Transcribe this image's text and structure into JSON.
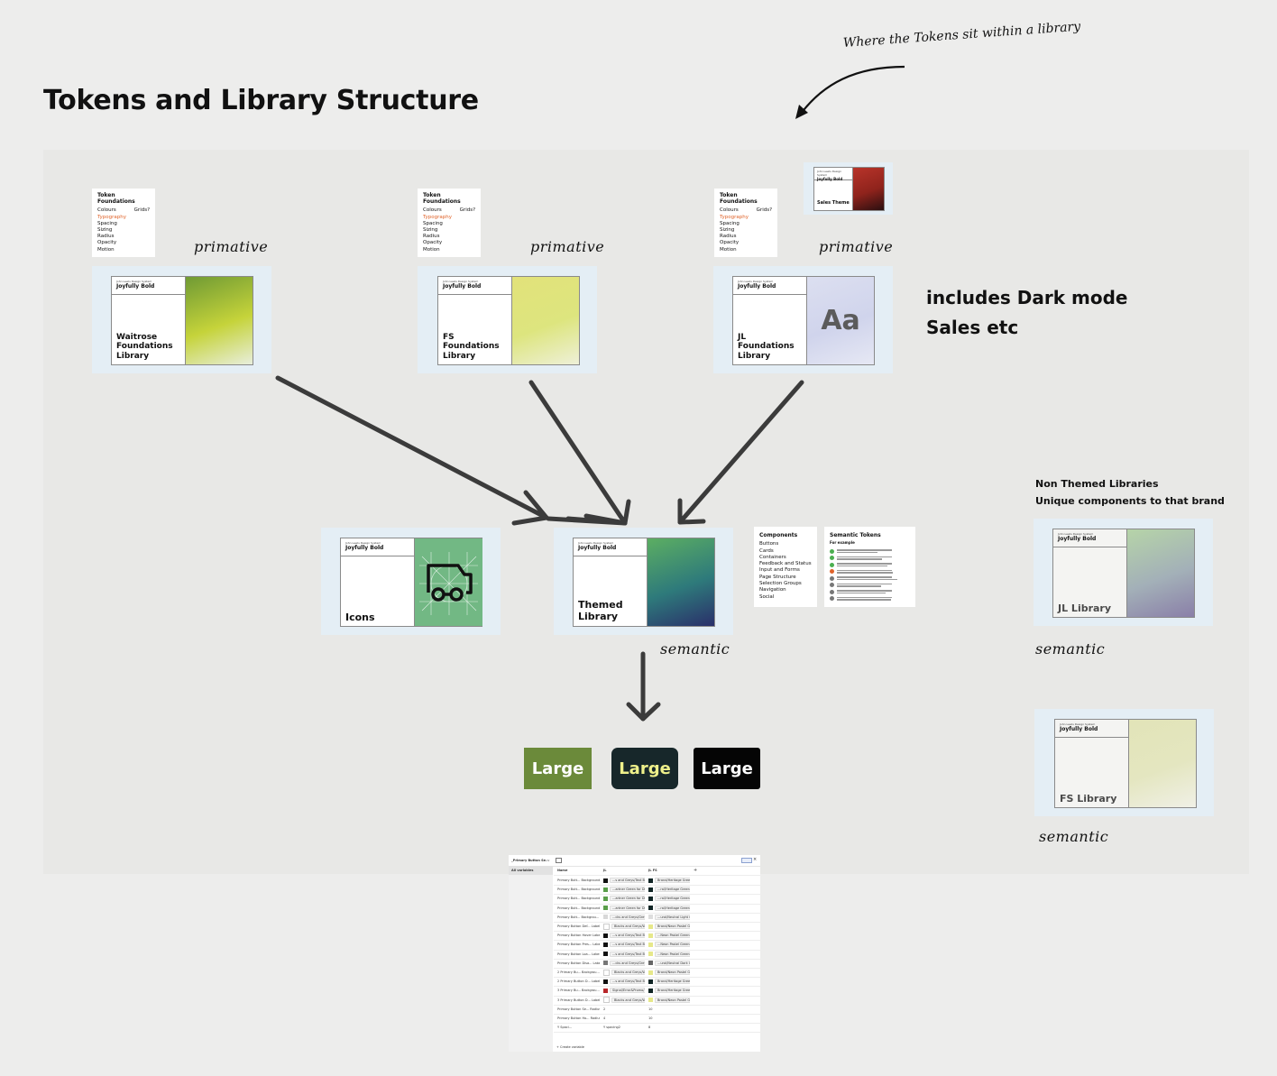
{
  "title": "Tokens and Library Structure",
  "annotation": "Where the Tokens sit within a library",
  "token_foundations": {
    "heading": "Token Foundations",
    "items": [
      "Colours",
      "Typography",
      "Spacing",
      "Sizing",
      "Radius",
      "Opacity",
      "Motion"
    ],
    "extra": "Grids?",
    "highlighted": "Typography",
    "highlight_color": "#e0632a"
  },
  "library_brand_small": "John Lewis Design System",
  "library_brand": "Joyfully Bold",
  "primitive_label": "primative",
  "semantic_label": "semantic",
  "foundations": [
    {
      "name": "Waitrose Foundations Library",
      "lines": [
        "Waitrose",
        "Foundations",
        "Library"
      ],
      "gradient": [
        "#6f9a34",
        "#c5d33a",
        "#e8eedc"
      ]
    },
    {
      "name": "FS Foundations Library",
      "lines": [
        "FS",
        "Foundations",
        "Library"
      ],
      "gradient": [
        "#e2e27a",
        "#dde57e",
        "#eef0d8"
      ]
    },
    {
      "name": "JL Foundations Library",
      "lines": [
        "JL",
        "Foundations",
        "Library"
      ],
      "gradient": [
        "#dcdff0",
        "#d0d4ec",
        "#e6e8f4"
      ],
      "glyph": "Aa"
    }
  ],
  "sales_theme": {
    "name": "Sales Theme",
    "gradient": [
      "#b8342a",
      "#8f231c",
      "#2a0f10"
    ]
  },
  "dark_mode_note": [
    "includes Dark mode",
    "Sales etc"
  ],
  "icons_library": {
    "name": "Icons",
    "bg": "#72b884"
  },
  "themed_library": {
    "lines": [
      "Themed",
      "Library"
    ],
    "gradient": [
      "#5cae62",
      "#2e7a7b",
      "#2a2f6a"
    ]
  },
  "components": {
    "heading": "Components",
    "items": [
      "Buttons",
      "Cards",
      "Containers",
      "Feedback and Status",
      "Input and Forms",
      "Page Structure",
      "Selection Groups",
      "Navigation",
      "Social"
    ]
  },
  "semantic_tokens": {
    "heading": "Semantic Tokens",
    "subheading": "For example",
    "dots": [
      "#4caf50",
      "#4caf50",
      "#4caf50",
      "#e0632a",
      "#777777",
      "#777777",
      "#777777",
      "#777777"
    ]
  },
  "non_themed": {
    "title": "Non Themed Libraries",
    "subtitle": "Unique components to that brand",
    "libraries": [
      {
        "name": "JL Library",
        "gradient": [
          "#b6d4a8",
          "#a3b0b8",
          "#8a7fa8"
        ]
      },
      {
        "name": "FS Library",
        "gradient": [
          "#e2e4b8",
          "#e4e6c0",
          "#f0f0e6"
        ]
      }
    ]
  },
  "buttons": [
    {
      "label": "Large",
      "bg": "#6b8a3a",
      "color": "#ffffff"
    },
    {
      "label": "Large",
      "bg": "#17272a",
      "color": "#eef08a"
    },
    {
      "label": "Large",
      "bg": "#050505",
      "color": "#ffffff"
    }
  ],
  "variables_panel": {
    "collection": "_Primary Button Se...",
    "sidebar_item": "All variables",
    "columns": [
      "Name",
      "JL",
      "JL FS"
    ],
    "add_column": "+",
    "footer": "+ Create variable",
    "rows": [
      {
        "name": "Primary Butt... Background",
        "jl": "...s and Greys/Text Black",
        "jl_sw": "#111111",
        "fs": "Brand/Heritage Green",
        "fs_sw": "#0f2424"
      },
      {
        "name": "Primary Butt... Background",
        "jl": "...artner Green for Digital",
        "jl_sw": "#5a9e4a",
        "fs": "...ral/Heritage Green 90%",
        "fs_sw": "#0f2424"
      },
      {
        "name": "Primary Butt... Background",
        "jl": "...artner Green for Digital",
        "jl_sw": "#5a9e4a",
        "fs": "...ral/Heritage Green 90%",
        "fs_sw": "#0f2424"
      },
      {
        "name": "Primary Butt... Background",
        "jl": "...artner Green for Digital",
        "jl_sw": "#5a9e4a",
        "fs": "...ral/Heritage Green 90%",
        "fs_sw": "#0f2424"
      },
      {
        "name": "Primary Butt... Backgrou...",
        "jl": "...cks and Greys/Grey 20",
        "jl_sw": "#d8d8d8",
        "fs": "...ural/Neutral Light Grey",
        "fs_sw": "#dddddd"
      },
      {
        "name": "Primary Button Def... Label",
        "jl": "Blacks and Greys/White",
        "jl_sw": "#ffffff",
        "fs": "Brand/Neon Pastel Green",
        "fs_sw": "#e6e88a"
      },
      {
        "name": "Primary Button Hover Label",
        "jl": "...s and Greys/Text Black",
        "jl_sw": "#111111",
        "fs": "...Neon Pastel Green 90%",
        "fs_sw": "#e6e88a"
      },
      {
        "name": "Primary Button Pres... Label",
        "jl": "...s and Greys/Text Black",
        "jl_sw": "#111111",
        "fs": "...Neon Pastel Green 90%",
        "fs_sw": "#e6e88a"
      },
      {
        "name": "Primary Button Loa... Label",
        "jl": "...s and Greys/Text Black",
        "jl_sw": "#111111",
        "fs": "...Neon Pastel Green 90%",
        "fs_sw": "#e6e88a"
      },
      {
        "name": "Primary Button Disa... Label",
        "jl": "...cks and Greys/Grey 50",
        "jl_sw": "#777777",
        "fs": "...ural/Neutral Dark Grey",
        "fs_sw": "#666666"
      },
      {
        "name": "2 Primary Bu... Backgrou...",
        "jl": "Blacks and Greys/White",
        "jl_sw": "#ffffff",
        "fs": "Brand/Neon Pastel Green",
        "fs_sw": "#e6e88a"
      },
      {
        "name": "2 Primary Button D... Label",
        "jl": "...s and Greys/Text Black",
        "jl_sw": "#111111",
        "fs": "Brand/Heritage Green",
        "fs_sw": "#0f2424"
      },
      {
        "name": "3 Primary Bu... Backgrou...",
        "jl": "Signal/Error&Promo/100",
        "jl_sw": "#b8262a",
        "fs": "Brand/Heritage Green",
        "fs_sw": "#0f2424"
      },
      {
        "name": "3 Primary Button D... Label",
        "jl": "Blacks and Greys/White",
        "jl_sw": "#ffffff",
        "fs": "Brand/Neon Pastel Green",
        "fs_sw": "#e6e88a"
      },
      {
        "name": "Primary Button Se... Radius",
        "jl": "2",
        "jl_sw": "",
        "fs": "10",
        "fs_sw": ""
      },
      {
        "name": "Primary Button Ho... Radius",
        "jl": "4",
        "jl_sw": "",
        "fs": "10",
        "fs_sw": ""
      },
      {
        "name": "Y Spaci...",
        "jl": "Y spacing2",
        "jl_sw": "",
        "fs": "8",
        "fs_sw": ""
      }
    ]
  }
}
